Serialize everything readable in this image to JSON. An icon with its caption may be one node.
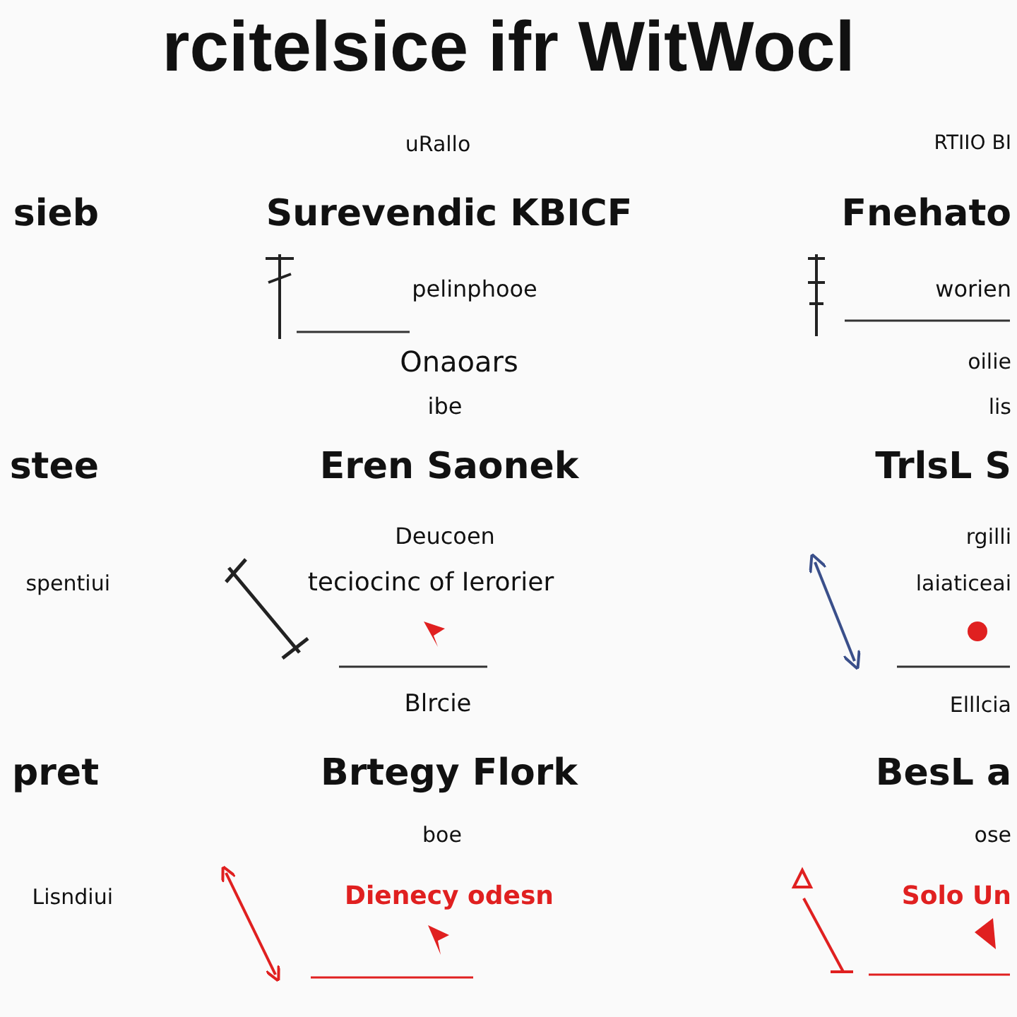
{
  "diagram": {
    "title": "rcitelsice ifr WitWocl",
    "labels": [
      "uRallo",
      "RTIIO BI",
      "sieb",
      "Surevendic KBICF",
      "Fnehato",
      "pelinphooe",
      "worien",
      "Onaoars",
      "oilie",
      "ibe",
      "lis",
      "stee",
      "Eren Saonek",
      "TrlsL S",
      "Deucoen",
      "rgilli",
      "spentiui",
      "teciocinc of Ierorier",
      "laiaticeai",
      "Blrcie",
      "Elllcia",
      "pret",
      "Brtegy Flork",
      "BesL a",
      "boe",
      "ose",
      "Lisndiui",
      "Dienecy odesn",
      "Solo Un"
    ]
  }
}
